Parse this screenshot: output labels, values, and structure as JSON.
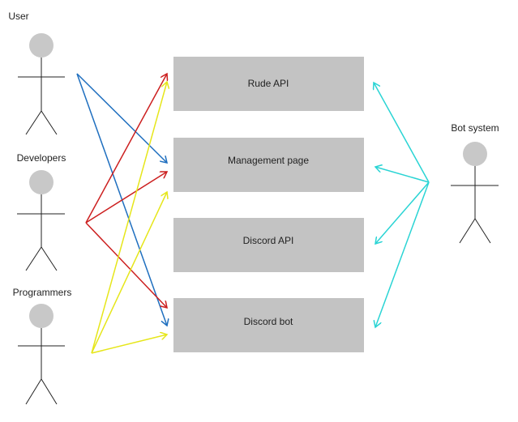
{
  "colors": {
    "box": "#c3c3c3",
    "head": "#c8c8c8",
    "user_arrow": "#1f6fbf",
    "developers_arrow": "#cc1f1f",
    "programmers_arrow": "#e6e61a",
    "bot_system_arrow": "#2ad4d4"
  },
  "actors": {
    "user": "User",
    "developers": "Developers",
    "programmers": "Programmers",
    "bot_system": "Bot system"
  },
  "components": {
    "rude_api": "Rude API",
    "management_page": "Management page",
    "discord_api": "Discord API",
    "discord_bot": "Discord bot"
  }
}
